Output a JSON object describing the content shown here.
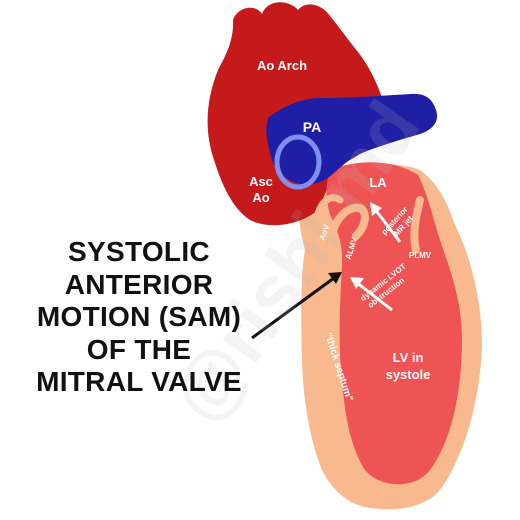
{
  "colors": {
    "background": "#ffffff",
    "pericardium": "#f7b98d",
    "aorta": "#c51a1c",
    "pulmonary_artery": "#1f1fa6",
    "pa_ring": "#7f8ff0",
    "left_heart": "#ef5454",
    "label_text": "#ffffff",
    "headline_text": "#111111",
    "arrow": "#111111"
  },
  "anatomy_labels": {
    "ao_arch": "Ao Arch",
    "pa": "PA",
    "asc_ao_line1": "Asc",
    "asc_ao_line2": "Ao",
    "la": "LA",
    "aov": "AoV",
    "almv": "ALMV",
    "posterior_mr_line1": "posterior",
    "posterior_mr_line2": "MR jet",
    "plmv": "PLMV",
    "lvot_line1": "dynamic LVOT",
    "lvot_line2": "obstruction",
    "septum": "\"thick septum\"",
    "lv_line1": "LV in",
    "lv_line2": "systole"
  },
  "headline": {
    "line1": "SYSTOLIC",
    "line2": "ANTERIOR",
    "line3": "MOTION (SAM)",
    "line4": "OF THE",
    "line5": "MITRAL VALVE"
  },
  "watermark": "@rishi md"
}
